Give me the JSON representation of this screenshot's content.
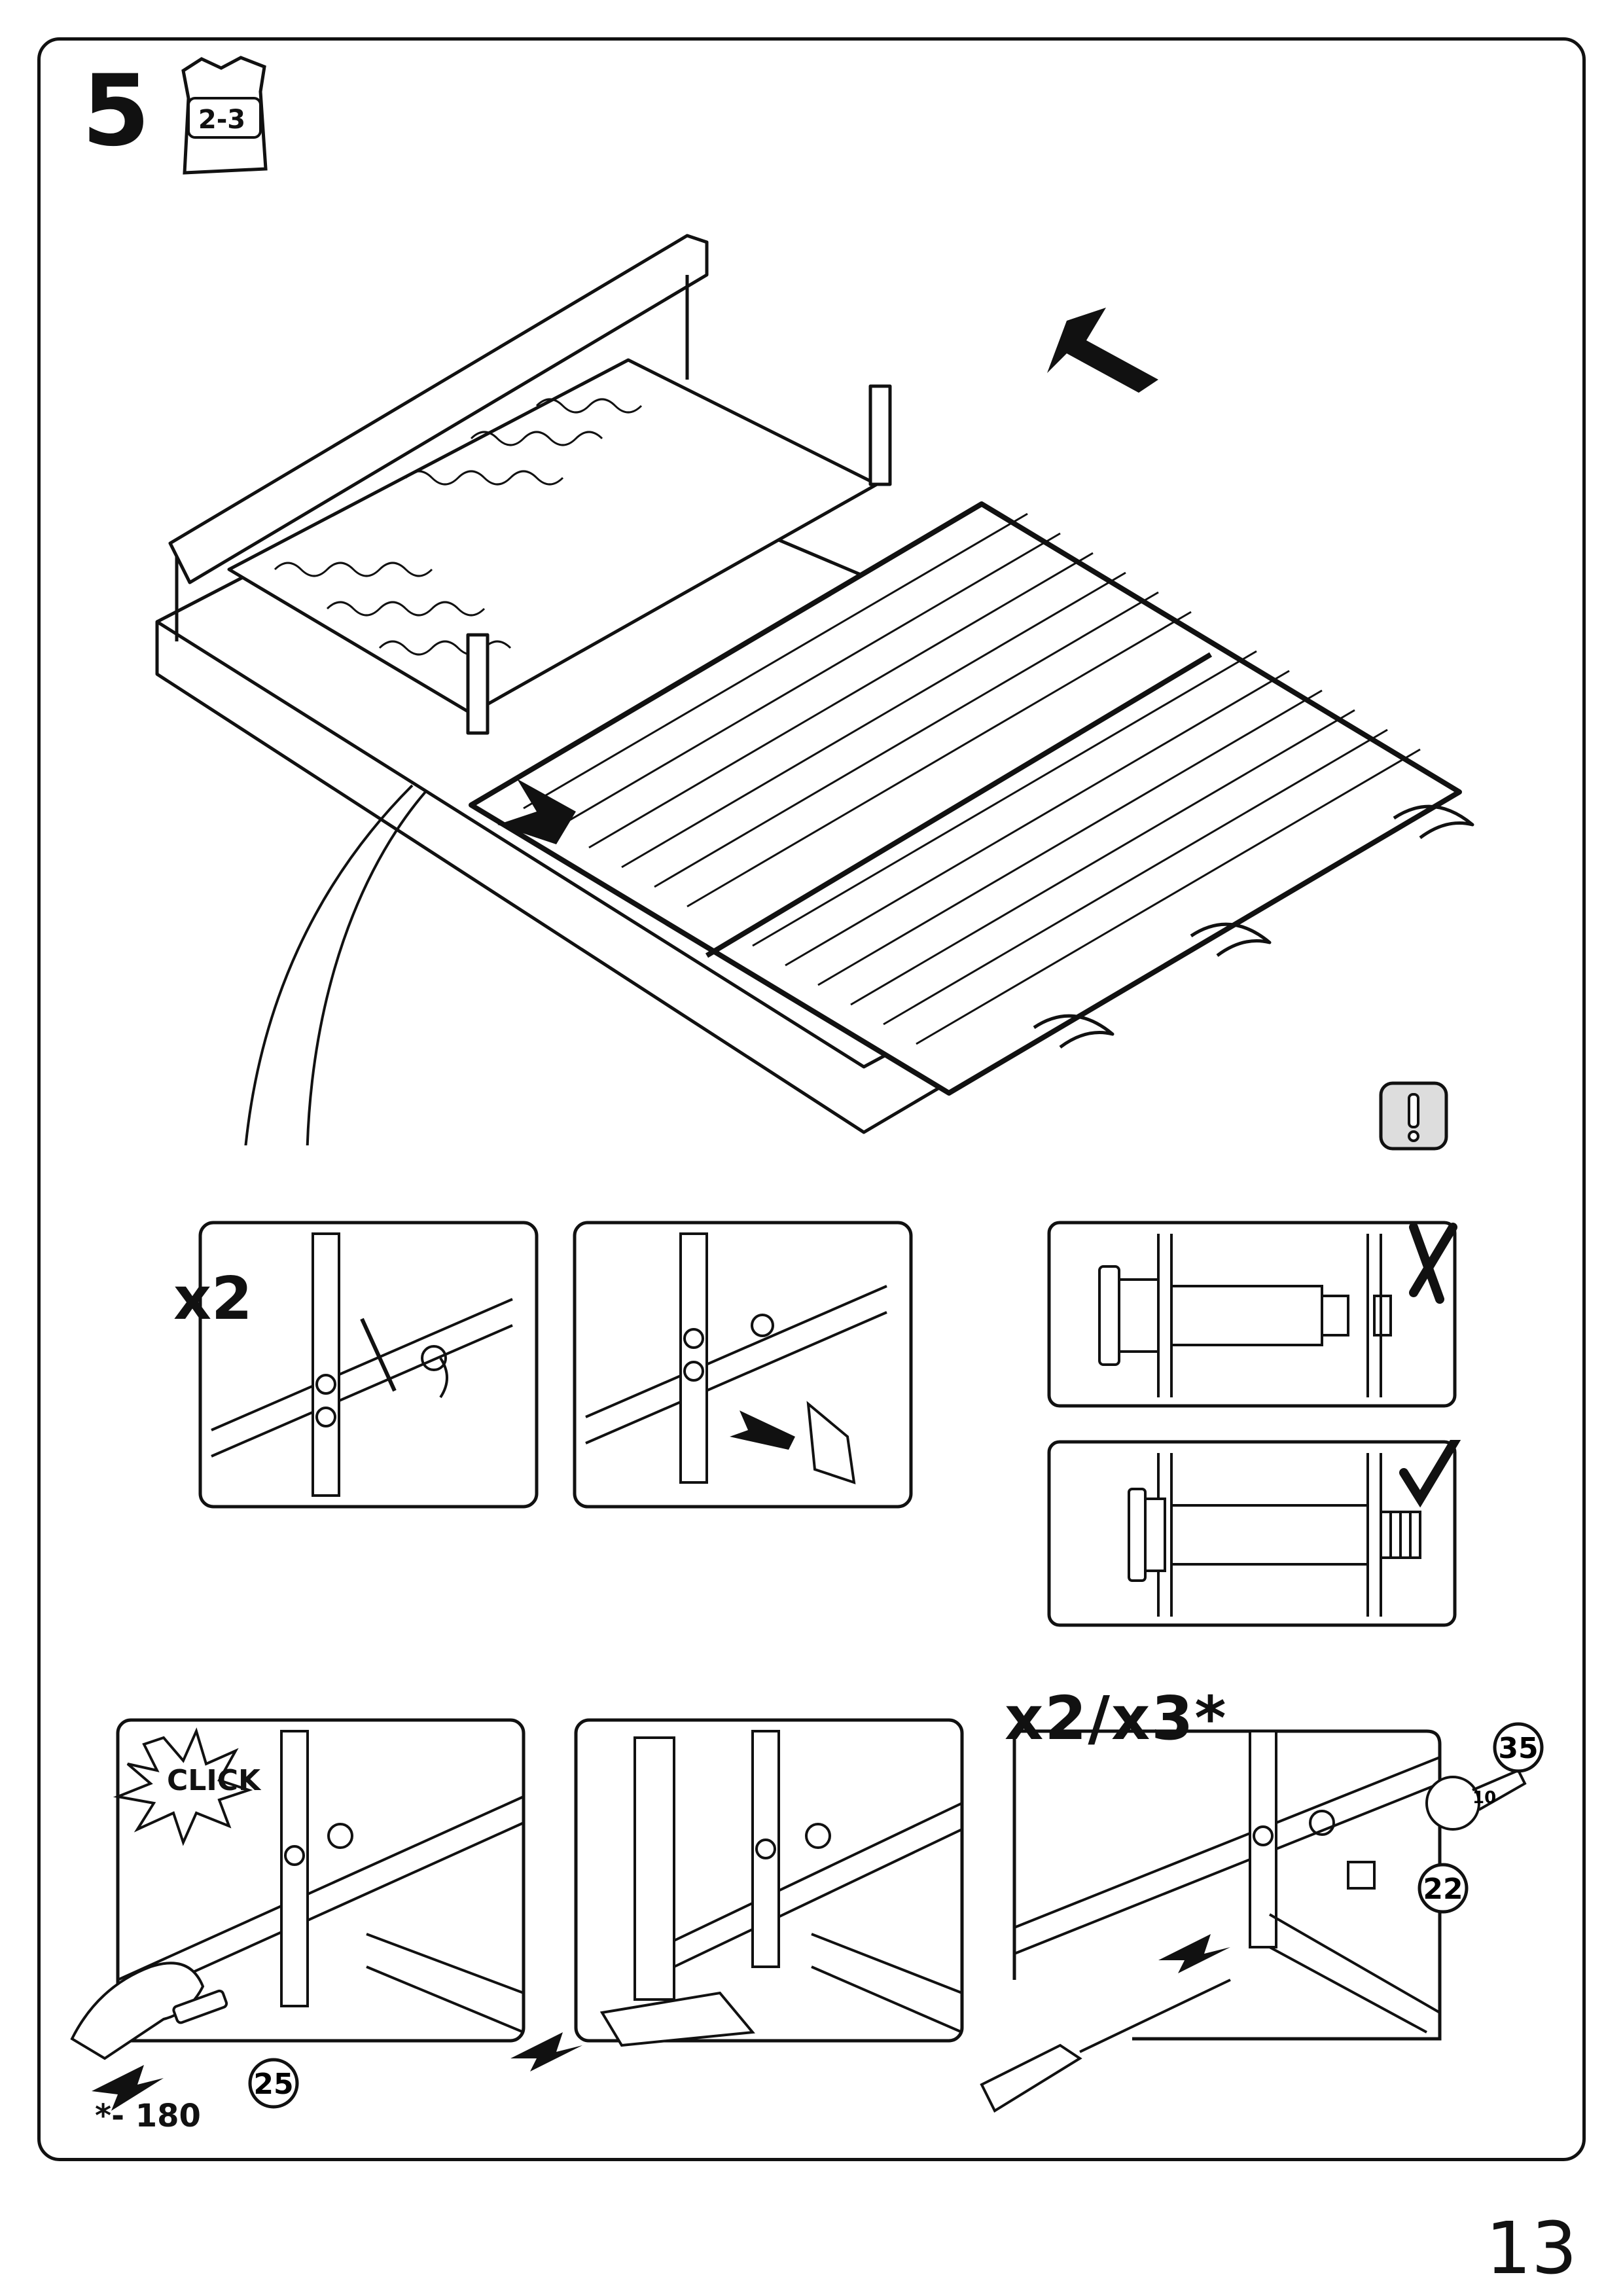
{
  "step": {
    "number": "5",
    "bag_label": "2-3"
  },
  "labels": {
    "x2": "x2",
    "x2x3": "x2/x3*",
    "click": "CLICK",
    "footnote": "*- 180",
    "page_number": "13"
  },
  "callouts": [
    "25",
    "22",
    "35"
  ],
  "wrench_size": "10",
  "icons": [
    "bag-icon",
    "warning-icon",
    "cross-icon",
    "check-icon",
    "arrow-icon",
    "hand-icon",
    "screwdriver-icon",
    "wrench-icon"
  ]
}
